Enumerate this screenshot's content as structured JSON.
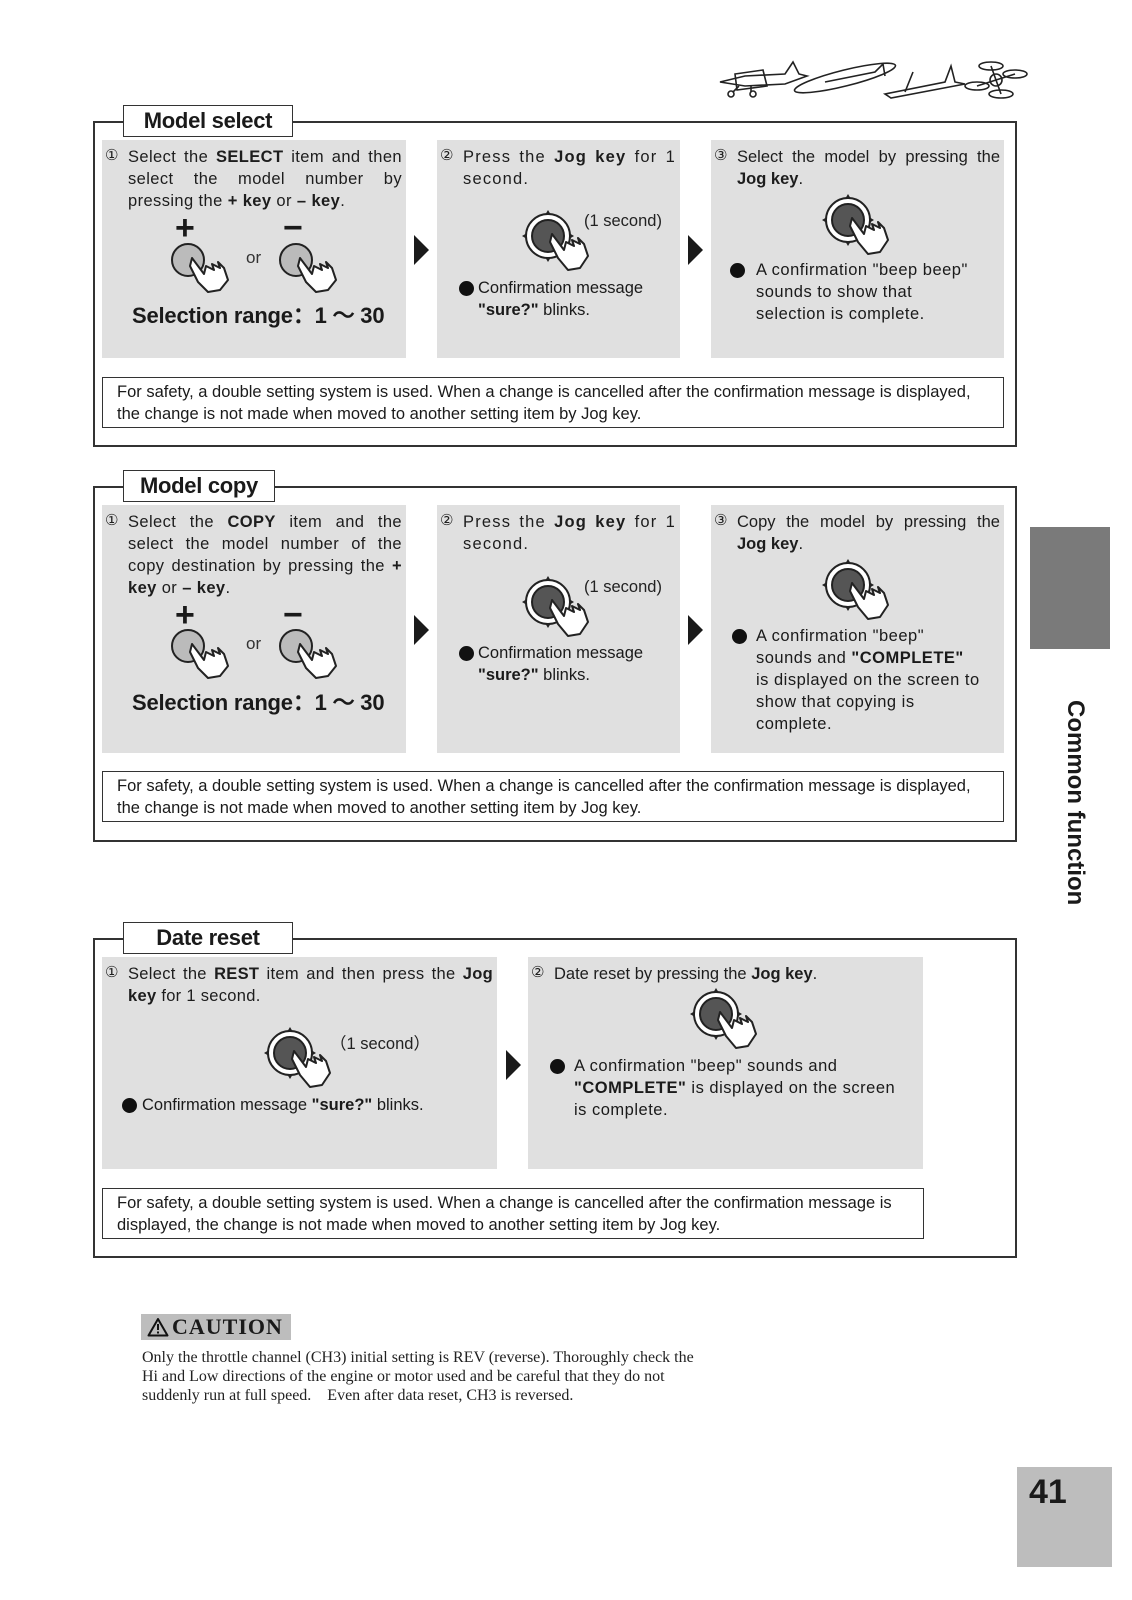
{
  "header": {
    "illustration_icon": "rc-aircraft-illustration-icon"
  },
  "model_select": {
    "title": "Model select",
    "step1": {
      "num": "①",
      "pre": "Select the ",
      "key1": "SELECT",
      "mid": " item and then select the model number by pressing the ",
      "key2": "+ key",
      "or": " or ",
      "key3": "– key",
      "end": "."
    },
    "plus": "+",
    "minus": "−",
    "or": "or",
    "range": "Selection range：1 ～ 30",
    "step2": {
      "num": "②",
      "pre": "Press the ",
      "key": "Jog key",
      "post": " for 1 second.",
      "second": "(1 second)",
      "conf_pre": "Confirmation message ",
      "conf_key": "\"sure?\"",
      "conf_post": " blinks."
    },
    "step3": {
      "num": "③",
      "pre": "Select the model by pressing the ",
      "key": "Jog key",
      "post": ".",
      "conf": "A confirmation \"beep beep\" sounds to show that selection is complete."
    },
    "note": "For safety, a double setting system is used. When a change is cancelled after the confirmation message is displayed, the change is not made when moved to another setting item by Jog key."
  },
  "model_copy": {
    "title": "Model copy",
    "step1": {
      "num": "①",
      "pre": "Select the ",
      "key1": "COPY",
      "mid": " item and the select the model number of the copy destination by pressing the ",
      "key2": "+ key",
      "or": " or ",
      "key3": "– key",
      "end": "."
    },
    "plus": "+",
    "minus": "−",
    "or": "or",
    "range": "Selection range：1 ～ 30",
    "step2": {
      "num": "②",
      "pre": "Press the ",
      "key": "Jog key",
      "post": " for 1 second.",
      "second": "(1 second)",
      "conf_pre": "Confirmation message ",
      "conf_key": "\"sure?\"",
      "conf_post": " blinks."
    },
    "step3": {
      "num": "③",
      "pre": "Copy the model by pressing the ",
      "key": "Jog key",
      "post": ".",
      "conf_pre": "A confirmation \"beep\" sounds and ",
      "conf_key": "\"COMPLETE\"",
      "conf_post": " is displayed on the screen to show that copying is complete."
    },
    "note": "For safety, a double setting system is used. When a change is cancelled after the confirmation message is displayed, the change is not made when moved to another setting item by Jog key."
  },
  "date_reset": {
    "title": "Date reset",
    "step1": {
      "num": "①",
      "pre": "Select the ",
      "key1": "REST",
      "mid": " item and then press the ",
      "key2": "Jog key",
      "post": " for 1 second.",
      "second": "（1 second）",
      "conf_pre": "Confirmation message ",
      "conf_key": "\"sure?\"",
      "conf_post": " blinks."
    },
    "step2": {
      "num": "②",
      "pre": "Date reset by pressing the ",
      "key": "Jog key",
      "post": ".",
      "conf_pre": "A confirmation \"beep\" sounds and ",
      "conf_key": "\"COMPLETE\"",
      "conf_post": " is displayed on the screen is complete."
    },
    "note": "For safety, a double setting system is used. When a change is cancelled after the confirmation message is displayed, the change is not made when moved to another setting item by Jog key."
  },
  "side_tab": {
    "label": "Common function"
  },
  "caution": {
    "label": "CAUTION",
    "text": "Only the throttle channel (CH3) initial setting is REV (reverse). Thoroughly check the Hi and Low directions of the engine or motor used and be careful that they do not suddenly run at full speed.　Even after data reset, CH3 is reversed."
  },
  "page_number": "41"
}
